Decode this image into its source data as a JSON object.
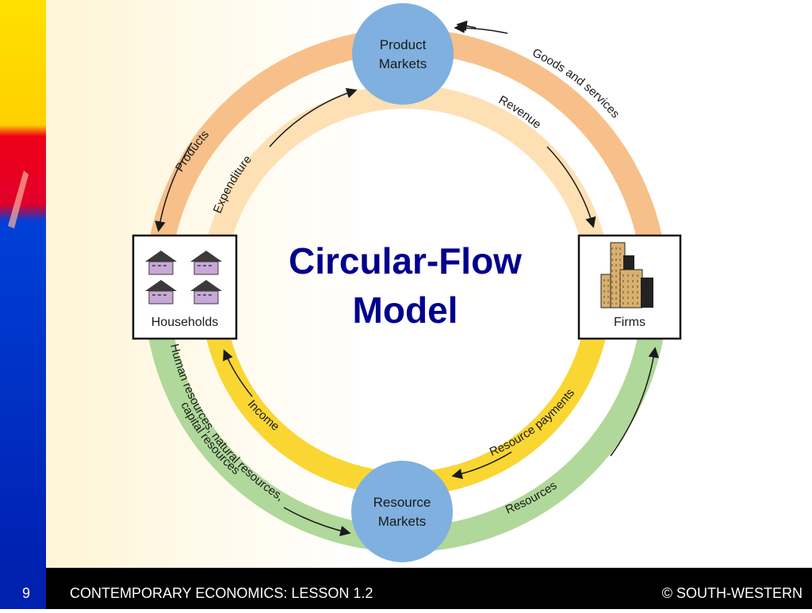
{
  "title_line1": "Circular-Flow",
  "title_line2": "Model",
  "nodes": {
    "product_markets": [
      "Product",
      "Markets"
    ],
    "resource_markets": [
      "Resource",
      "Markets"
    ],
    "households": "Households",
    "firms": "Firms"
  },
  "flows": {
    "products": "Products",
    "expenditure": "Expenditure",
    "goods_and_services": "Goods and services",
    "revenue": "Revenue",
    "income": "Income",
    "human_resources_line1": "Human resources, natural resources,",
    "human_resources_line2": "capital resources",
    "resource_payments": "Resource payments",
    "resources": "Resources"
  },
  "footer": {
    "page_number": "9",
    "course": "CONTEMPORARY ECONOMICS: LESSON 1.2",
    "copyright": "© SOUTH-WESTERN"
  },
  "colors": {
    "outer_top_ring": "#f7c08a",
    "inner_top_ring": "#fde0b4",
    "inner_bottom_ring": "#fad633",
    "outer_bottom_ring": "#b0d89a",
    "market_circle": "#7fb0df",
    "title": "#00008c",
    "footer_bg": "#000000",
    "left_bar_blue": "#0030c8",
    "left_bar_red": "#e80020",
    "left_bar_yellow": "#ffe000"
  },
  "icons": {
    "households": "houses-icon",
    "firms": "buildings-icon"
  }
}
